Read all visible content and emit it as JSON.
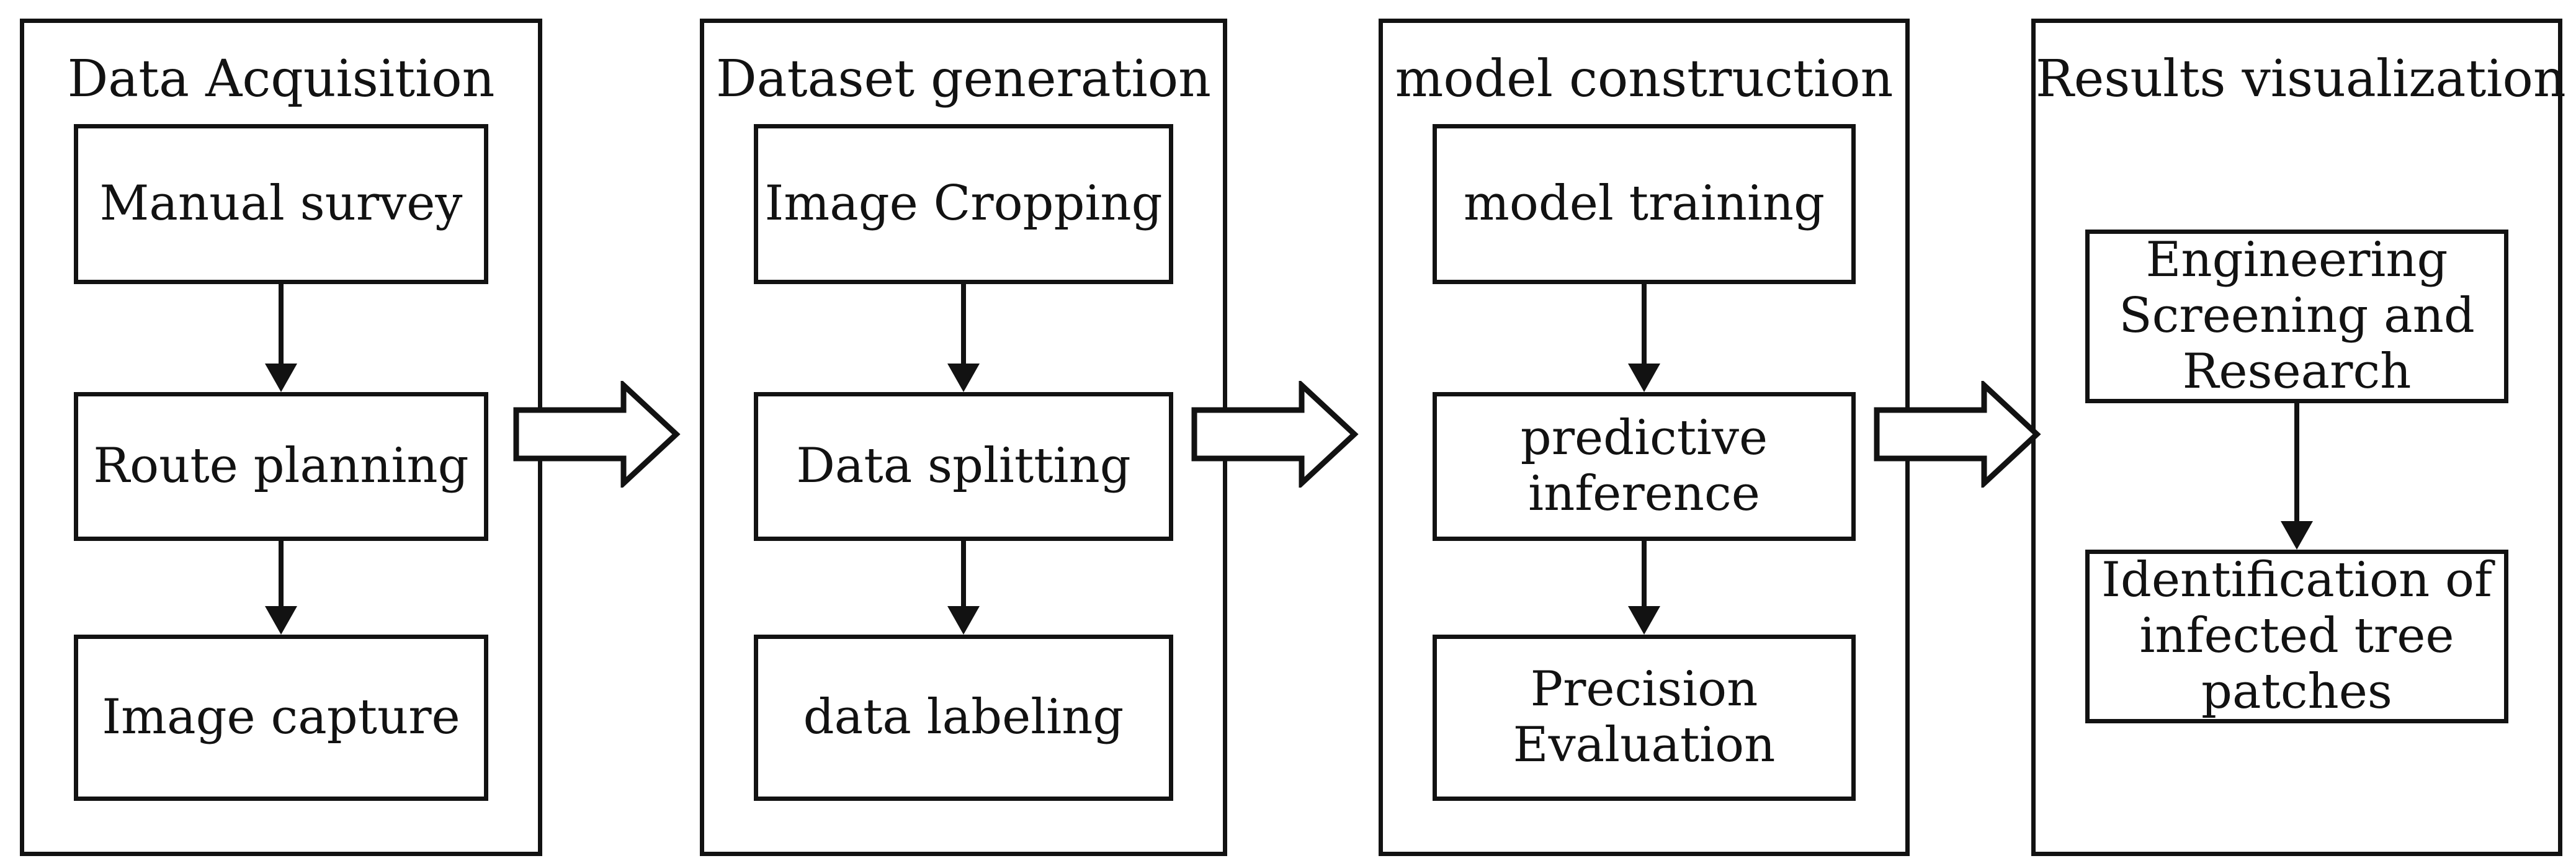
{
  "figure": {
    "type": "flowchart",
    "background_color": "#ffffff",
    "line_color": "#121212"
  },
  "panels": [
    {
      "title": "Data Acquisition",
      "boxes": [
        "Manual survey",
        "Route planning",
        "Image capture"
      ]
    },
    {
      "title": "Dataset generation",
      "boxes": [
        "Image Cropping",
        "Data splitting",
        "data labeling"
      ]
    },
    {
      "title": "model construction",
      "boxes": [
        "model training",
        "predictive\ninference",
        "Precision\nEvaluation"
      ]
    },
    {
      "title": "Results visualization",
      "boxes": [
        "Engineering\nScreening and\nResearch",
        "Identification of\ninfected tree\npatches"
      ]
    }
  ]
}
